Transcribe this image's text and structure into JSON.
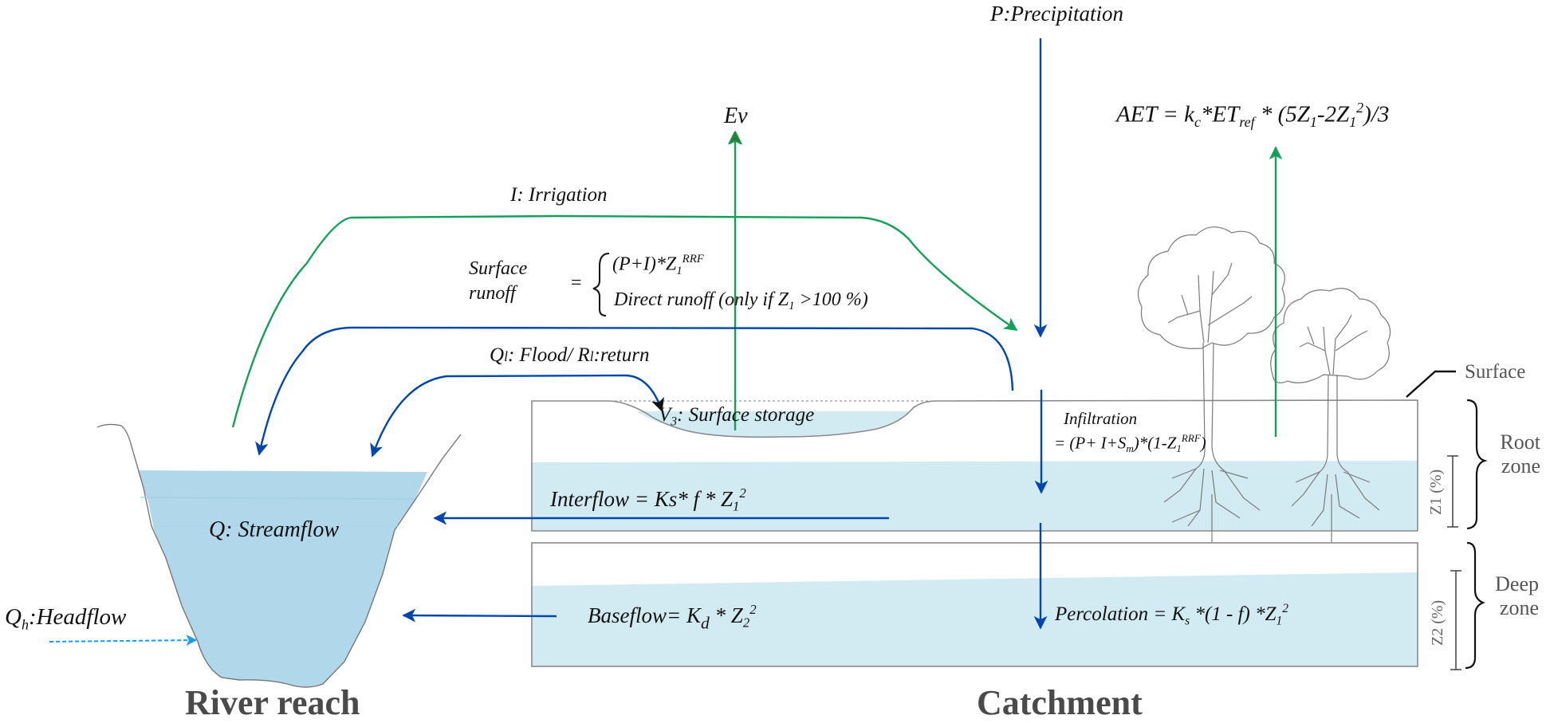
{
  "colors": {
    "flow_blue": "#0047AB",
    "evap_green": "#13A059",
    "evap_arrowhead": "#2E7D32",
    "soil_water": "#D2EBF3",
    "river_water": "#B0D8EA",
    "headflow_blue": "#1E9BF0",
    "outline_gray": "#8a8a8a",
    "title_gray": "#4a4a4a"
  },
  "titles": {
    "river_reach": "River reach",
    "catchment": "Catchment"
  },
  "fluxes": {
    "precipitation": "P:Precipitation",
    "evaporation": "Ev",
    "irrigation": "I: Irrigation",
    "flood_return": {
      "q": "Q",
      "q_sub": "l",
      "mid": ": Flood/ R",
      "r_sub": "l",
      "end": ":return"
    },
    "streamflow": "Q: Streamflow",
    "headflow": {
      "q": "Q",
      "sub": "h",
      "rest": ":Headflow"
    },
    "surface_storage": {
      "v": "V",
      "sub": "3",
      "rest": ": Surface storage"
    },
    "aet": {
      "lhs": "AET = k",
      "kc_sub": "c",
      "et": "*ET",
      "et_sub": "ref",
      "rest1": " * (5Z",
      "z_sub1": "1",
      "rest2": "-2Z",
      "z_sub2": "1",
      "z_sup2": "2",
      "rest3": ")/3"
    },
    "surface_runoff": {
      "label_line1": "Surface",
      "label_line2": "runoff",
      "equals": "=",
      "case1": "(P+I)*Z",
      "case1_sub": "1",
      "case1_sup": "RRF",
      "case2a": "Direct runoff (only if Z",
      "case2_sub": "1",
      "case2b": " >100 %)"
    },
    "infiltration": {
      "label": "Infiltration",
      "eq": "= (P+ I+S",
      "sm_sub": "m",
      "eq2": ")*(1-Z",
      "z_sub": "1",
      "z_sup": "RRF",
      "close": ")"
    },
    "interflow": {
      "text": "Interflow = Ks* f * Z",
      "sub": "1",
      "sup": "2"
    },
    "baseflow": {
      "text": "Baseflow= K",
      "kd_sub": "d",
      "mid": " * Z",
      "z_sub": "2",
      "z_sup": "2"
    },
    "percolation": {
      "text": "Percolation = K",
      "ks_sub": "s",
      "mid": " *(1 - f) *Z",
      "z_sub": "1",
      "z_sup": "2"
    }
  },
  "zones": {
    "surface": "Surface",
    "root_zone_line1": "Root",
    "root_zone_line2": "zone",
    "deep_zone_line1": "Deep",
    "deep_zone_line2": "zone",
    "z1_label": "Z1 (%)",
    "z2_label": "Z2 (%)"
  },
  "icons": [
    "tree-icon",
    "tree-icon"
  ]
}
